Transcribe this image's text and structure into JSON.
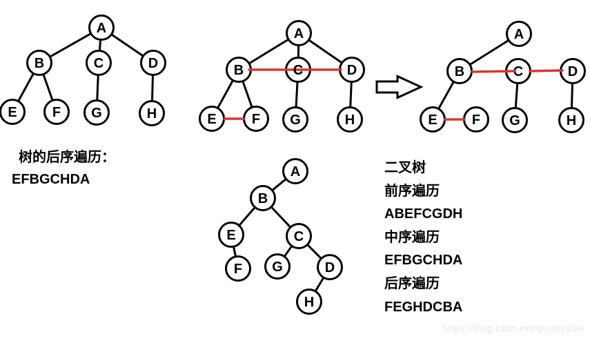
{
  "colors": {
    "edge": "#000000",
    "sibling_link_red": "#d93832",
    "node_fill": "#ffffff",
    "text": "#000000",
    "watermark": "#e4e7eb"
  },
  "captions": {
    "left": {
      "title": "树的后序遍历：",
      "sequence": "EFBGCHDA"
    },
    "right": {
      "lines": [
        "二叉树",
        "前序遍历",
        "ABEFCGDH",
        "中序遍历",
        "EFBGCHDA",
        "后序遍历",
        "FEGHDCBA"
      ]
    }
  },
  "watermark": "https://blog.csdn.net/qiuyeyijian",
  "trees": {
    "general": {
      "nodes": [
        "A",
        "B",
        "C",
        "D",
        "E",
        "F",
        "G",
        "H"
      ],
      "edges": [
        "A-B",
        "A-C",
        "A-D",
        "B-E",
        "B-F",
        "C-G",
        "D-H"
      ]
    },
    "with_links": {
      "nodes": [
        "A",
        "B",
        "C",
        "D",
        "E",
        "F",
        "G",
        "H"
      ],
      "edges": [
        "A-B",
        "A-C",
        "A-D",
        "B-E",
        "B-F",
        "C-G",
        "D-H"
      ],
      "sibling_links": [
        "B-C-D",
        "E-F"
      ]
    },
    "pruned": {
      "nodes": [
        "A",
        "B",
        "C",
        "D",
        "E",
        "F",
        "G",
        "H"
      ],
      "edges": [
        "A-B",
        "B-E",
        "C-G",
        "D-H"
      ],
      "sibling_links": [
        "B-C",
        "C-D",
        "E-F"
      ]
    },
    "binary": {
      "nodes": [
        "A",
        "B",
        "C",
        "D",
        "E",
        "F",
        "G",
        "H"
      ],
      "edges": [
        "A-B",
        "B-E",
        "B-C",
        "E-F",
        "C-G",
        "C-D",
        "D-H"
      ]
    }
  }
}
